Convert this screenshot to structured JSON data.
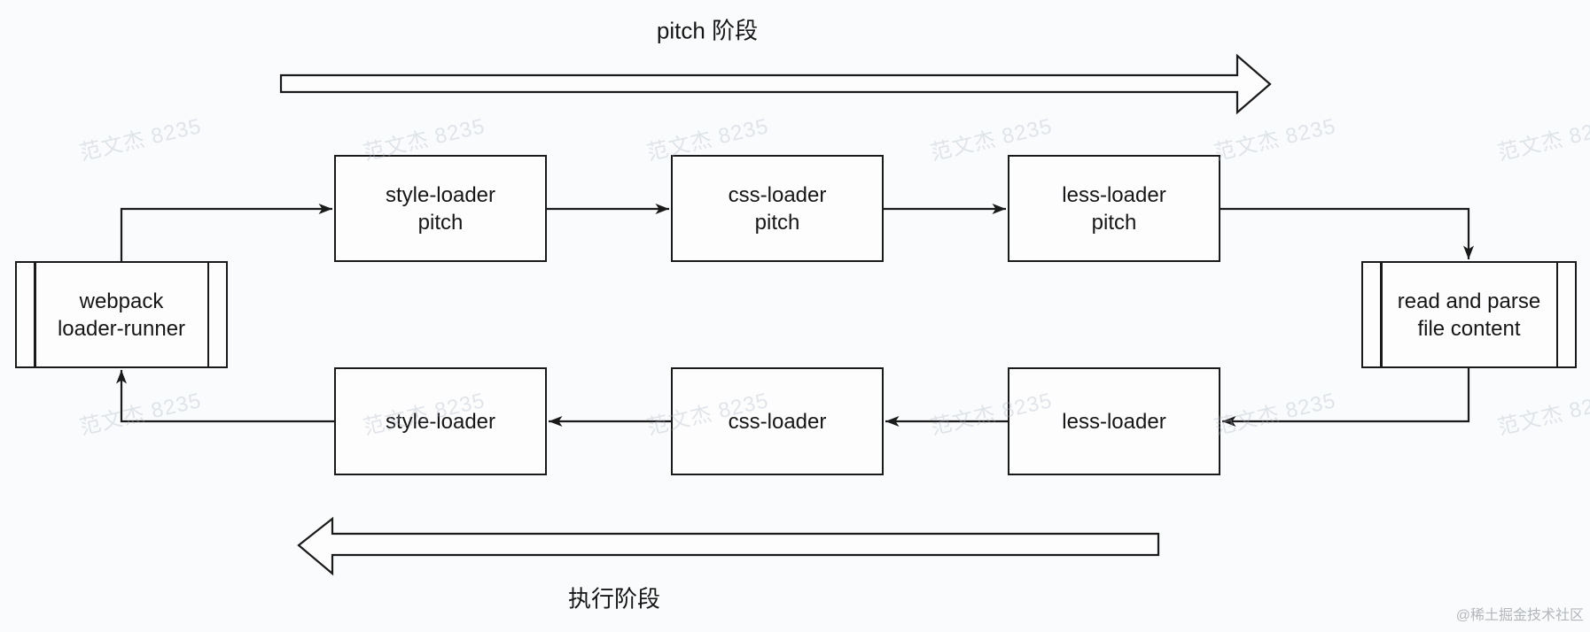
{
  "diagram": {
    "phase_top_label": "pitch 阶段",
    "phase_bottom_label": "执行阶段",
    "watermark": "范文杰 8235",
    "credit": "@稀土掘金技术社区",
    "colors": {
      "background": "#fafbfc",
      "stroke": "#1a1a1a",
      "box_fill": "#fdfdfe",
      "watermark": "#a8b4c0",
      "credit": "#b3b6ba"
    },
    "nodes": {
      "webpack_loader_runner": {
        "line1": "webpack",
        "line2": "loader-runner",
        "shape": "predefined-process"
      },
      "style_loader_pitch": {
        "line1": "style-loader",
        "line2": "pitch",
        "shape": "rectangle"
      },
      "css_loader_pitch": {
        "line1": "css-loader",
        "line2": "pitch",
        "shape": "rectangle"
      },
      "less_loader_pitch": {
        "line1": "less-loader",
        "line2": "pitch",
        "shape": "rectangle"
      },
      "read_and_parse": {
        "line1": "read and parse",
        "line2": "file content",
        "shape": "predefined-process"
      },
      "style_loader": {
        "label": "style-loader",
        "shape": "rectangle"
      },
      "css_loader": {
        "label": "css-loader",
        "shape": "rectangle"
      },
      "less_loader": {
        "label": "less-loader",
        "shape": "rectangle"
      }
    }
  }
}
